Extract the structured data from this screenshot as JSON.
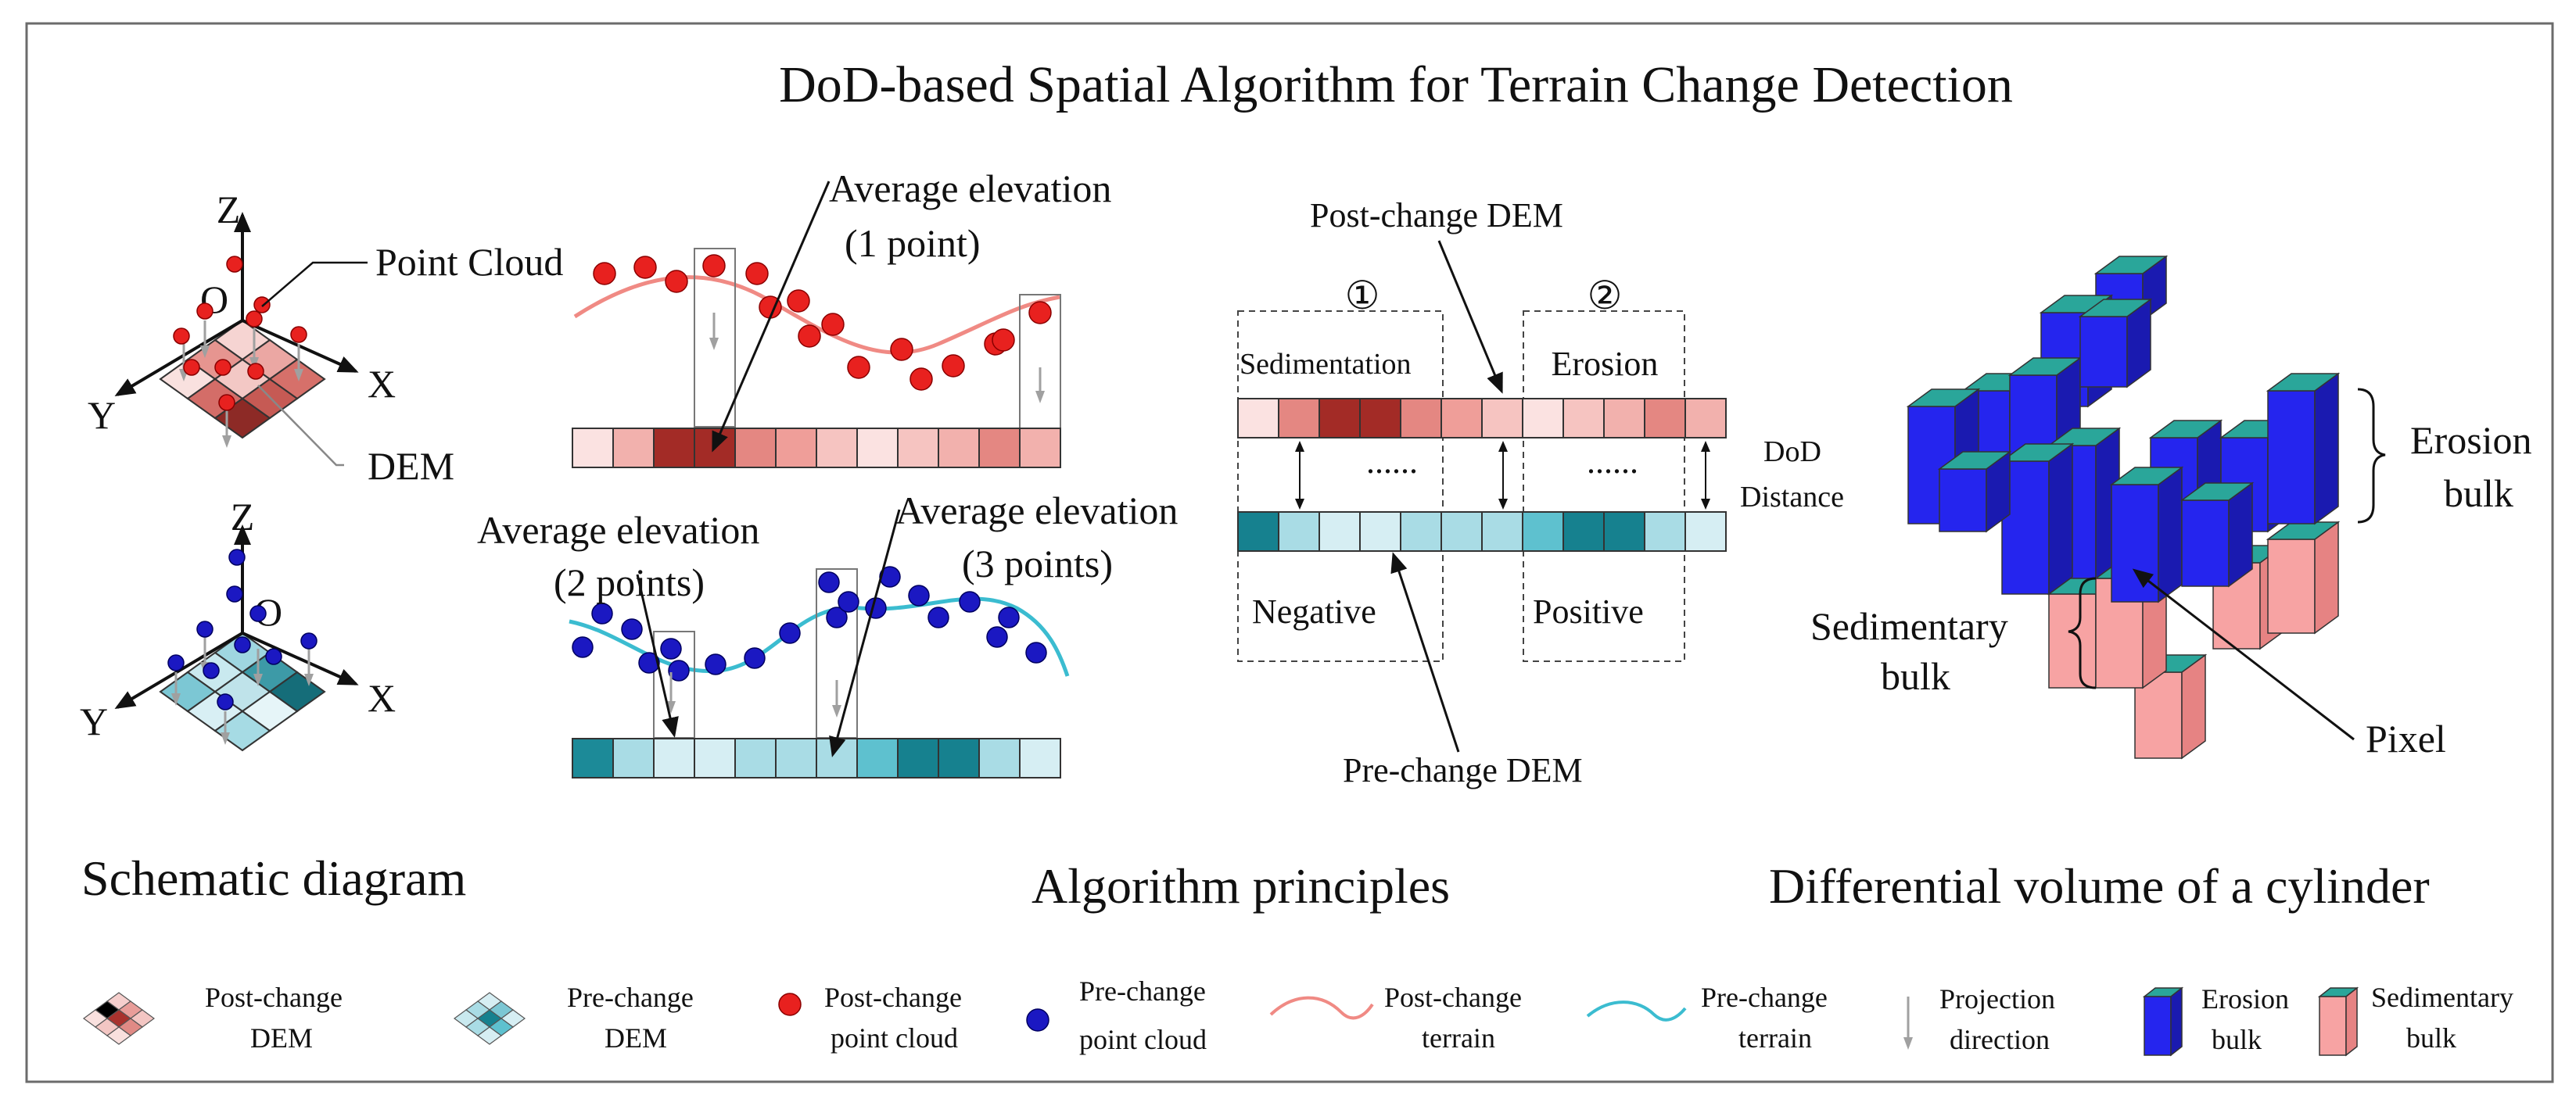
{
  "title": "DoD-based Spatial Algorithm for Terrain Change Detection",
  "colors": {
    "post": "#e8211f",
    "pre": "#1b18c2",
    "post_terrain": "#f08a84",
    "pre_terrain": "#3bbcd0",
    "erosion_face": "#2525ee",
    "erosion_top": "#2aa69a",
    "sed_face": "#f7a3a3",
    "arrow_gray": "#a0a0a0",
    "border": "#6b6b6b"
  },
  "schematic": {
    "section_label": "Schematic diagram",
    "point_cloud_label": "Point Cloud",
    "dem_label": "DEM",
    "axes": {
      "x": "X",
      "y": "Y",
      "z": "Z",
      "origin": "O"
    }
  },
  "principles": {
    "section_label": "Algorithm principles",
    "avg_1": [
      "Average elevation",
      "(1 point)"
    ],
    "avg_2": [
      "Average elevation",
      "(2 points)"
    ],
    "avg_3": [
      "Average elevation",
      "(3 points)"
    ],
    "post_dem_label": "Post-change DEM",
    "pre_dem_label": "Pre-change DEM",
    "case1_num": "①",
    "case2_num": "②",
    "sedimentation": "Sedimentation",
    "erosion": "Erosion",
    "negative": "Negative",
    "positive": "Positive",
    "dots": "......",
    "dod_distance": [
      "DoD",
      "Distance"
    ]
  },
  "volume": {
    "section_label": "Differential volume of a cylinder",
    "erosion_bulk": [
      "Erosion",
      "bulk"
    ],
    "sedimentary_bulk": [
      "Sedimentary",
      "bulk"
    ],
    "pixel": "Pixel"
  },
  "legend": [
    {
      "icon": "post-change-dem-icon",
      "lines": [
        "Post-change",
        "DEM"
      ]
    },
    {
      "icon": "pre-change-dem-icon",
      "lines": [
        "Pre-change",
        "DEM"
      ]
    },
    {
      "icon": "red-point-icon",
      "lines": [
        "Post-change",
        "point cloud"
      ]
    },
    {
      "icon": "blue-point-icon",
      "lines": [
        "Pre-change",
        "point cloud"
      ]
    },
    {
      "icon": "red-curve-icon",
      "lines": [
        "Post-change",
        "terrain"
      ]
    },
    {
      "icon": "cyan-curve-icon",
      "lines": [
        "Pre-change",
        "terrain"
      ]
    },
    {
      "icon": "gray-arrow-icon",
      "lines": [
        "Projection",
        "direction"
      ]
    },
    {
      "icon": "erosion-cube-icon",
      "lines": [
        "Erosion",
        "bulk"
      ]
    },
    {
      "icon": "sediment-cube-icon",
      "lines": [
        "Sedimentary",
        "bulk"
      ]
    }
  ]
}
